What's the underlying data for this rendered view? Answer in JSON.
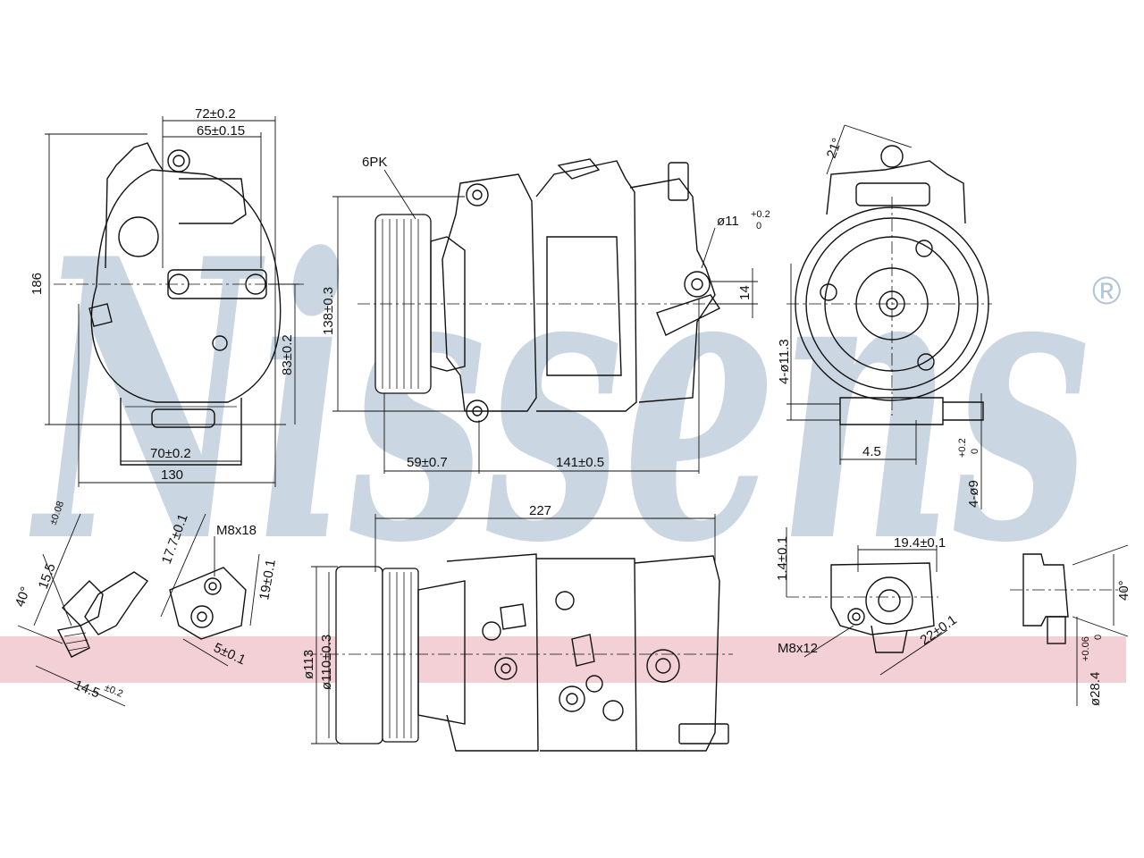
{
  "watermark": {
    "text": "Nissens",
    "registered_mark": "®",
    "color": "#9fb6cc",
    "band_color": "#e9a9b5"
  },
  "views": {
    "front": {
      "dims": {
        "total_width": "130",
        "mount_width": "70±0.2",
        "height": "186",
        "top_outer": "72±0.2",
        "top_inner": "65±0.15",
        "mount_height": "83±0.2"
      }
    },
    "side": {
      "dims": {
        "pulley": "6PK",
        "height": "138±0.3",
        "hole": "ø11",
        "hole_tol_upper": "+0.2",
        "hole_tol_lower": "0",
        "offset": "14",
        "pulley_to_mount": "59±0.7",
        "body_length": "141±0.5"
      }
    },
    "end": {
      "dims": {
        "angle": "21°",
        "holes": "4-ø11.3",
        "offset": "4.5",
        "bolt_holes": "4-ø9",
        "bolt_tol_upper": "+0.2",
        "bolt_tol_lower": "0"
      }
    },
    "bottom": {
      "dims": {
        "total_length": "227",
        "pulley_outer": "ø113",
        "pulley_inner": "ø110±0.3"
      }
    },
    "details": {
      "left_fitting": {
        "dim_a": "15.5",
        "dim_a_tol": "±0.08",
        "dim_b": "14.5",
        "dim_b_tol": "±0.2",
        "angle": "40°"
      },
      "middle_fitting": {
        "thread": "M8x18",
        "dim_a": "17.7±0.1",
        "dim_b": "19±0.1",
        "dim_c": "5±0.1"
      },
      "right_fitting": {
        "thread": "M8x12",
        "dim_a": "19.4±0.1",
        "dim_b": "22±0.1",
        "dim_c": "1.4±0.1"
      },
      "port": {
        "diameter": "ø28.4",
        "tol_upper": "+0.06",
        "tol_lower": "0",
        "angle": "40°"
      }
    }
  }
}
